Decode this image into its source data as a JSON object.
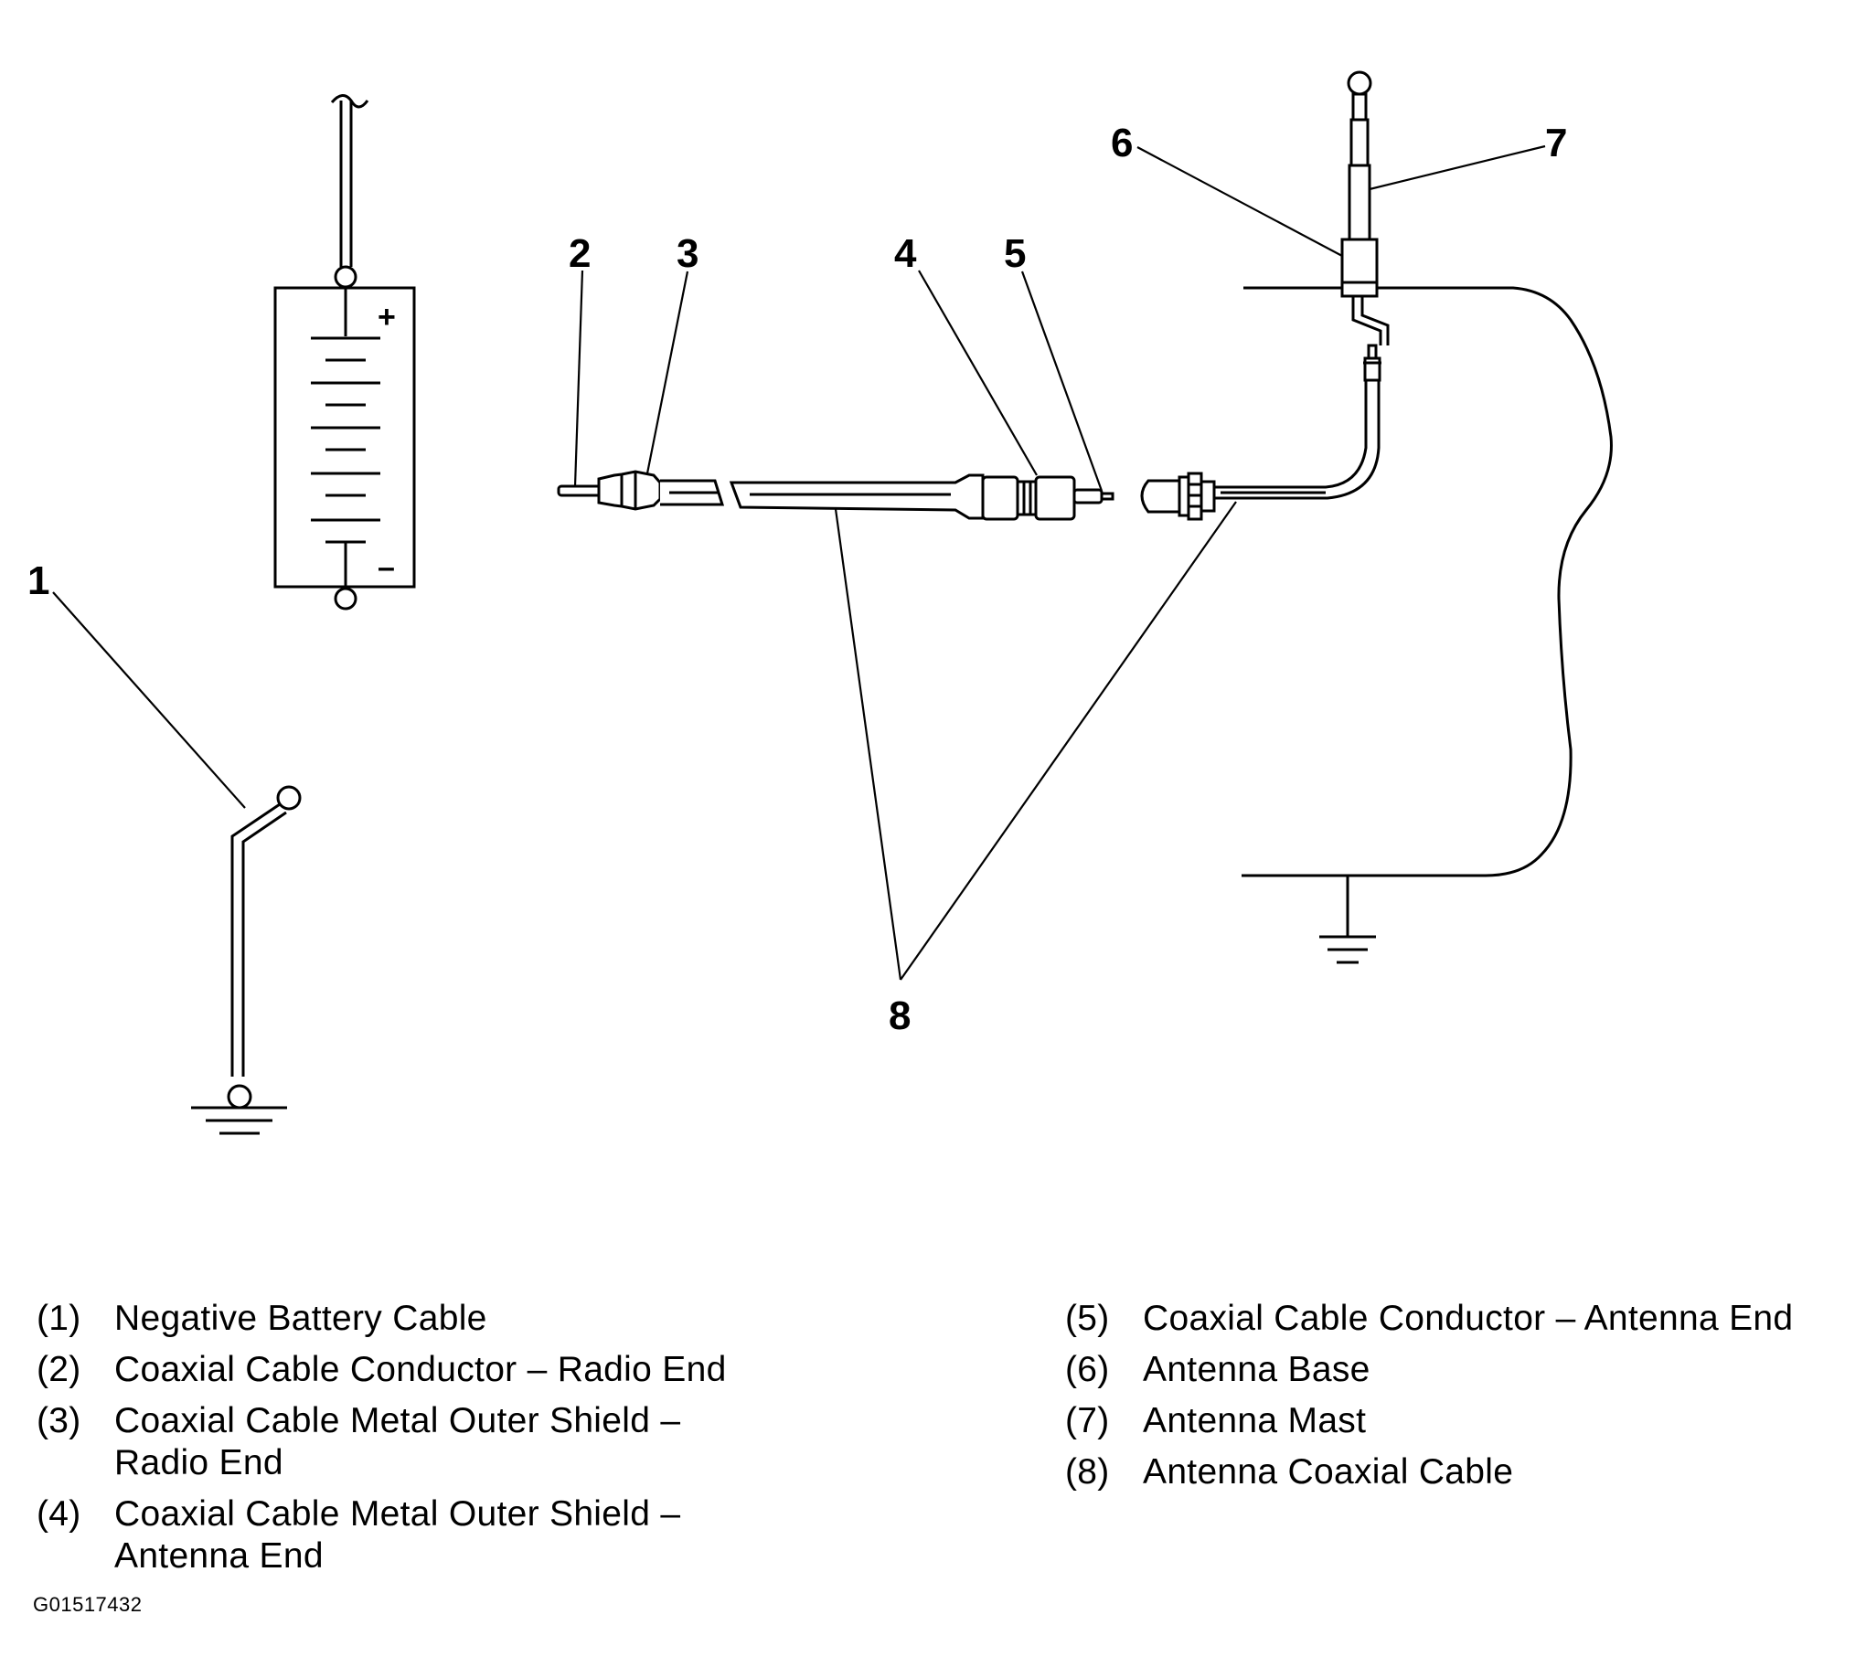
{
  "callouts": [
    "1",
    "2",
    "3",
    "4",
    "5",
    "6",
    "7",
    "8"
  ],
  "battery": {
    "plus": "+",
    "minus": "–"
  },
  "legend": {
    "left": [
      {
        "num": "(1)",
        "text": "Negative Battery Cable"
      },
      {
        "num": "(2)",
        "text": "Coaxial Cable Conductor – Radio End"
      },
      {
        "num": "(3)",
        "text": "Coaxial Cable Metal Outer Shield –\nRadio End"
      },
      {
        "num": "(4)",
        "text": "Coaxial Cable Metal Outer Shield –\nAntenna End"
      }
    ],
    "right": [
      {
        "num": "(5)",
        "text": "Coaxial Cable Conductor – Antenna End"
      },
      {
        "num": "(6)",
        "text": "Antenna Base"
      },
      {
        "num": "(7)",
        "text": "Antenna Mast"
      },
      {
        "num": "(8)",
        "text": "Antenna Coaxial Cable"
      }
    ]
  },
  "figure_id": "G01517432"
}
